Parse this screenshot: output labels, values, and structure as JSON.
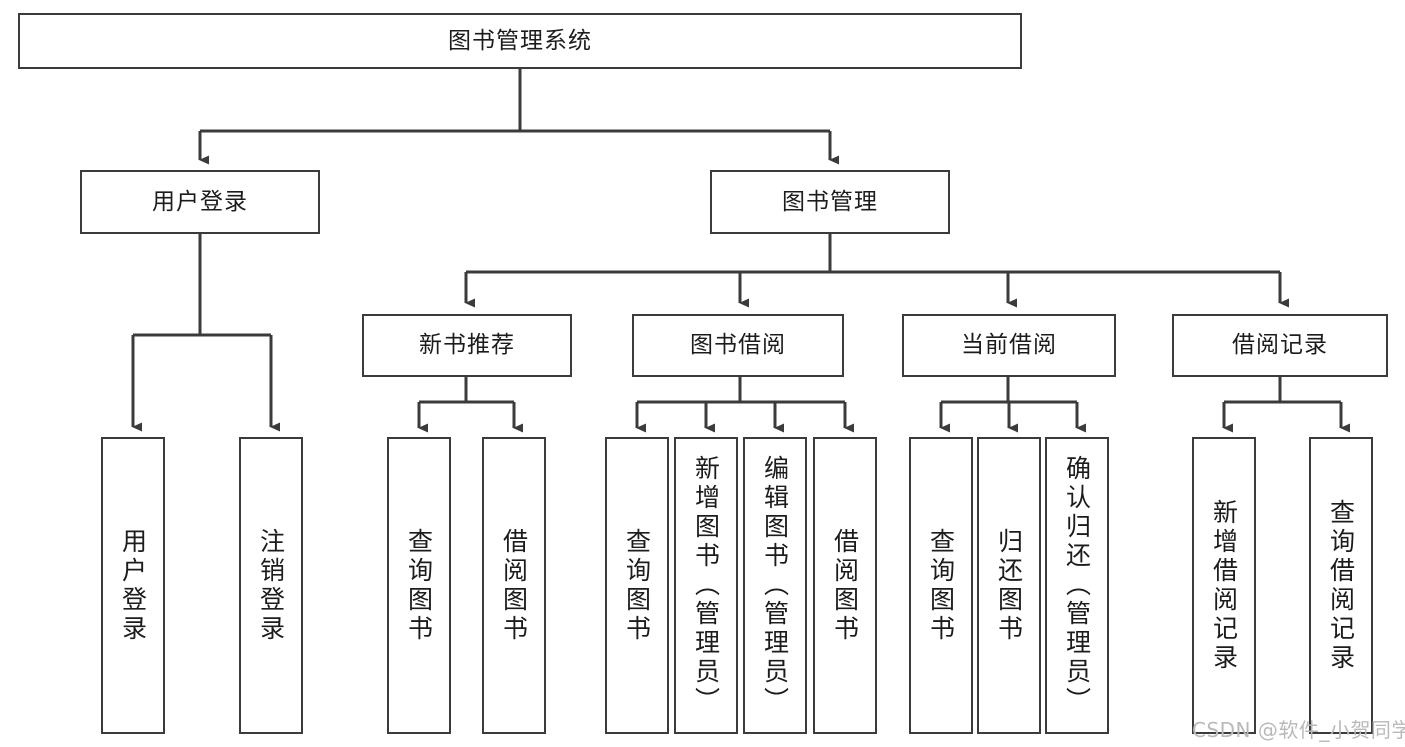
{
  "diagram": {
    "title": "图书管理系统",
    "orientation": "top-down-tree",
    "colors": {
      "box_border": "#3b3b3b",
      "box_fill": "#ffffff",
      "connector": "#3b3b3b",
      "text": "#1c1c1c",
      "watermark": "#b9b9b9"
    },
    "root": {
      "id": "root",
      "label": "图书管理系统"
    },
    "level2": [
      {
        "id": "user-login",
        "label": "用户登录"
      },
      {
        "id": "book-management",
        "label": "图书管理"
      }
    ],
    "level3": [
      {
        "id": "new-book-recommend",
        "label": "新书推荐",
        "parent": "book-management"
      },
      {
        "id": "book-borrow",
        "label": "图书借阅",
        "parent": "book-management"
      },
      {
        "id": "current-borrow",
        "label": "当前借阅",
        "parent": "book-management"
      },
      {
        "id": "borrow-record",
        "label": "借阅记录",
        "parent": "book-management"
      }
    ],
    "leaves": {
      "user-login": [
        {
          "id": "leaf-user-login",
          "label": "用户登录"
        },
        {
          "id": "leaf-logout",
          "label": "注销登录"
        }
      ],
      "new-book-recommend": [
        {
          "id": "leaf-query-book-1",
          "label": "查询图书"
        },
        {
          "id": "leaf-borrow-book-1",
          "label": "借阅图书"
        }
      ],
      "book-borrow": [
        {
          "id": "leaf-query-book-2",
          "label": "查询图书"
        },
        {
          "id": "leaf-add-book",
          "label": "新增图书（管理员）"
        },
        {
          "id": "leaf-edit-book",
          "label": "编辑图书（管理员）"
        },
        {
          "id": "leaf-borrow-book-2",
          "label": "借阅图书"
        }
      ],
      "current-borrow": [
        {
          "id": "leaf-query-book-3",
          "label": "查询图书"
        },
        {
          "id": "leaf-return-book",
          "label": "归还图书"
        },
        {
          "id": "leaf-confirm-return",
          "label": "确认归还（管理员）"
        }
      ],
      "borrow-record": [
        {
          "id": "leaf-add-record",
          "label": "新增借阅记录"
        },
        {
          "id": "leaf-query-record",
          "label": "查询借阅记录"
        }
      ]
    },
    "watermark": "CSDN @软件_小贺同学"
  }
}
